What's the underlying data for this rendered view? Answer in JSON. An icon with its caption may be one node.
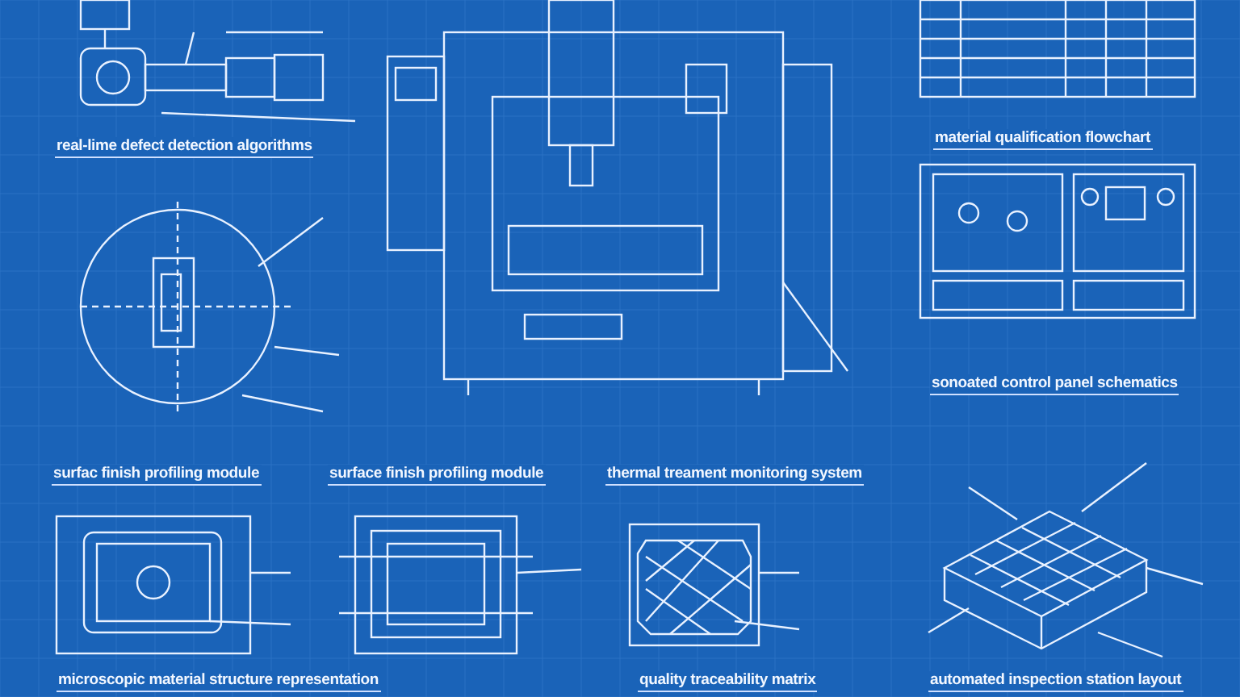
{
  "diagram": {
    "labels": [
      "real-lime defect detection algorithms",
      "material qualification flowchart",
      "sonoated control panel schematics",
      "surfac finish profiling module",
      "surface finish profiling module",
      "thermal treament monitoring system",
      "microscopic material structure representation",
      "quality traceability matrix",
      "automated inspection station layout"
    ]
  }
}
